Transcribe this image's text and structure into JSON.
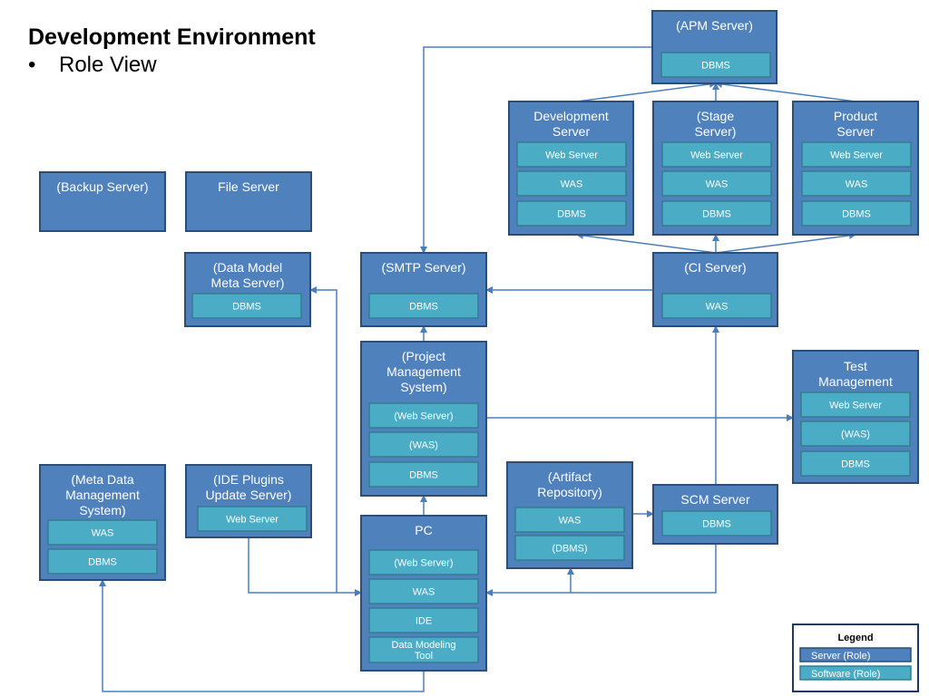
{
  "title": "Development Environment",
  "subtitle": "Role View",
  "colors": {
    "server_fill": "#4f81bd",
    "server_stroke": "#2c4d75",
    "software_fill": "#4bacc6",
    "software_stroke": "#357d91",
    "arrow": "#4a7ebb",
    "legend_stroke": "#1f3864"
  },
  "servers": {
    "apm": {
      "title": [
        "(APM Server)"
      ],
      "software": [
        "DBMS"
      ]
    },
    "dev": {
      "title": [
        "Development",
        "Server"
      ],
      "software": [
        "Web Server",
        "WAS",
        "DBMS"
      ]
    },
    "stage": {
      "title": [
        "(Stage",
        "Server)"
      ],
      "software": [
        "Web Server",
        "WAS",
        "DBMS"
      ]
    },
    "product": {
      "title": [
        "Product",
        "Server"
      ],
      "software": [
        "Web Server",
        "WAS",
        "DBMS"
      ]
    },
    "backup": {
      "title": [
        "(Backup Server)"
      ],
      "software": []
    },
    "file": {
      "title": [
        "File Server"
      ],
      "software": []
    },
    "dmms": {
      "title": [
        "(Data Model",
        "Meta Server)"
      ],
      "software": [
        "DBMS"
      ]
    },
    "smtp": {
      "title": [
        "(SMTP Server)"
      ],
      "software": [
        "DBMS"
      ]
    },
    "ci": {
      "title": [
        "(CI Server)"
      ],
      "software": [
        "WAS"
      ]
    },
    "pms": {
      "title": [
        "(Project",
        "Management",
        "System)"
      ],
      "software": [
        "(Web Server)",
        "(WAS)",
        "DBMS"
      ]
    },
    "tmt": {
      "title": [
        "Test",
        "Management",
        "Tool"
      ],
      "software": [
        "Web Server",
        "(WAS)",
        "DBMS"
      ]
    },
    "mdms": {
      "title": [
        "(Meta Data",
        "Management",
        "System)"
      ],
      "software": [
        "WAS",
        "DBMS"
      ]
    },
    "ide": {
      "title": [
        "(IDE Plugins",
        "Update Server)"
      ],
      "software": [
        "Web Server"
      ]
    },
    "artifact": {
      "title": [
        "(Artifact",
        "Repository)"
      ],
      "software": [
        "WAS",
        "(DBMS)"
      ]
    },
    "scm": {
      "title": [
        "SCM Server"
      ],
      "software": [
        "DBMS"
      ]
    },
    "pc": {
      "title": [
        "PC"
      ],
      "software": [
        "(Web Server)",
        "WAS",
        "IDE",
        "Data Modeling Tool"
      ]
    }
  },
  "legend": {
    "title": "Legend",
    "server_label": "Server (Role)",
    "software_label": "Software (Role)"
  }
}
